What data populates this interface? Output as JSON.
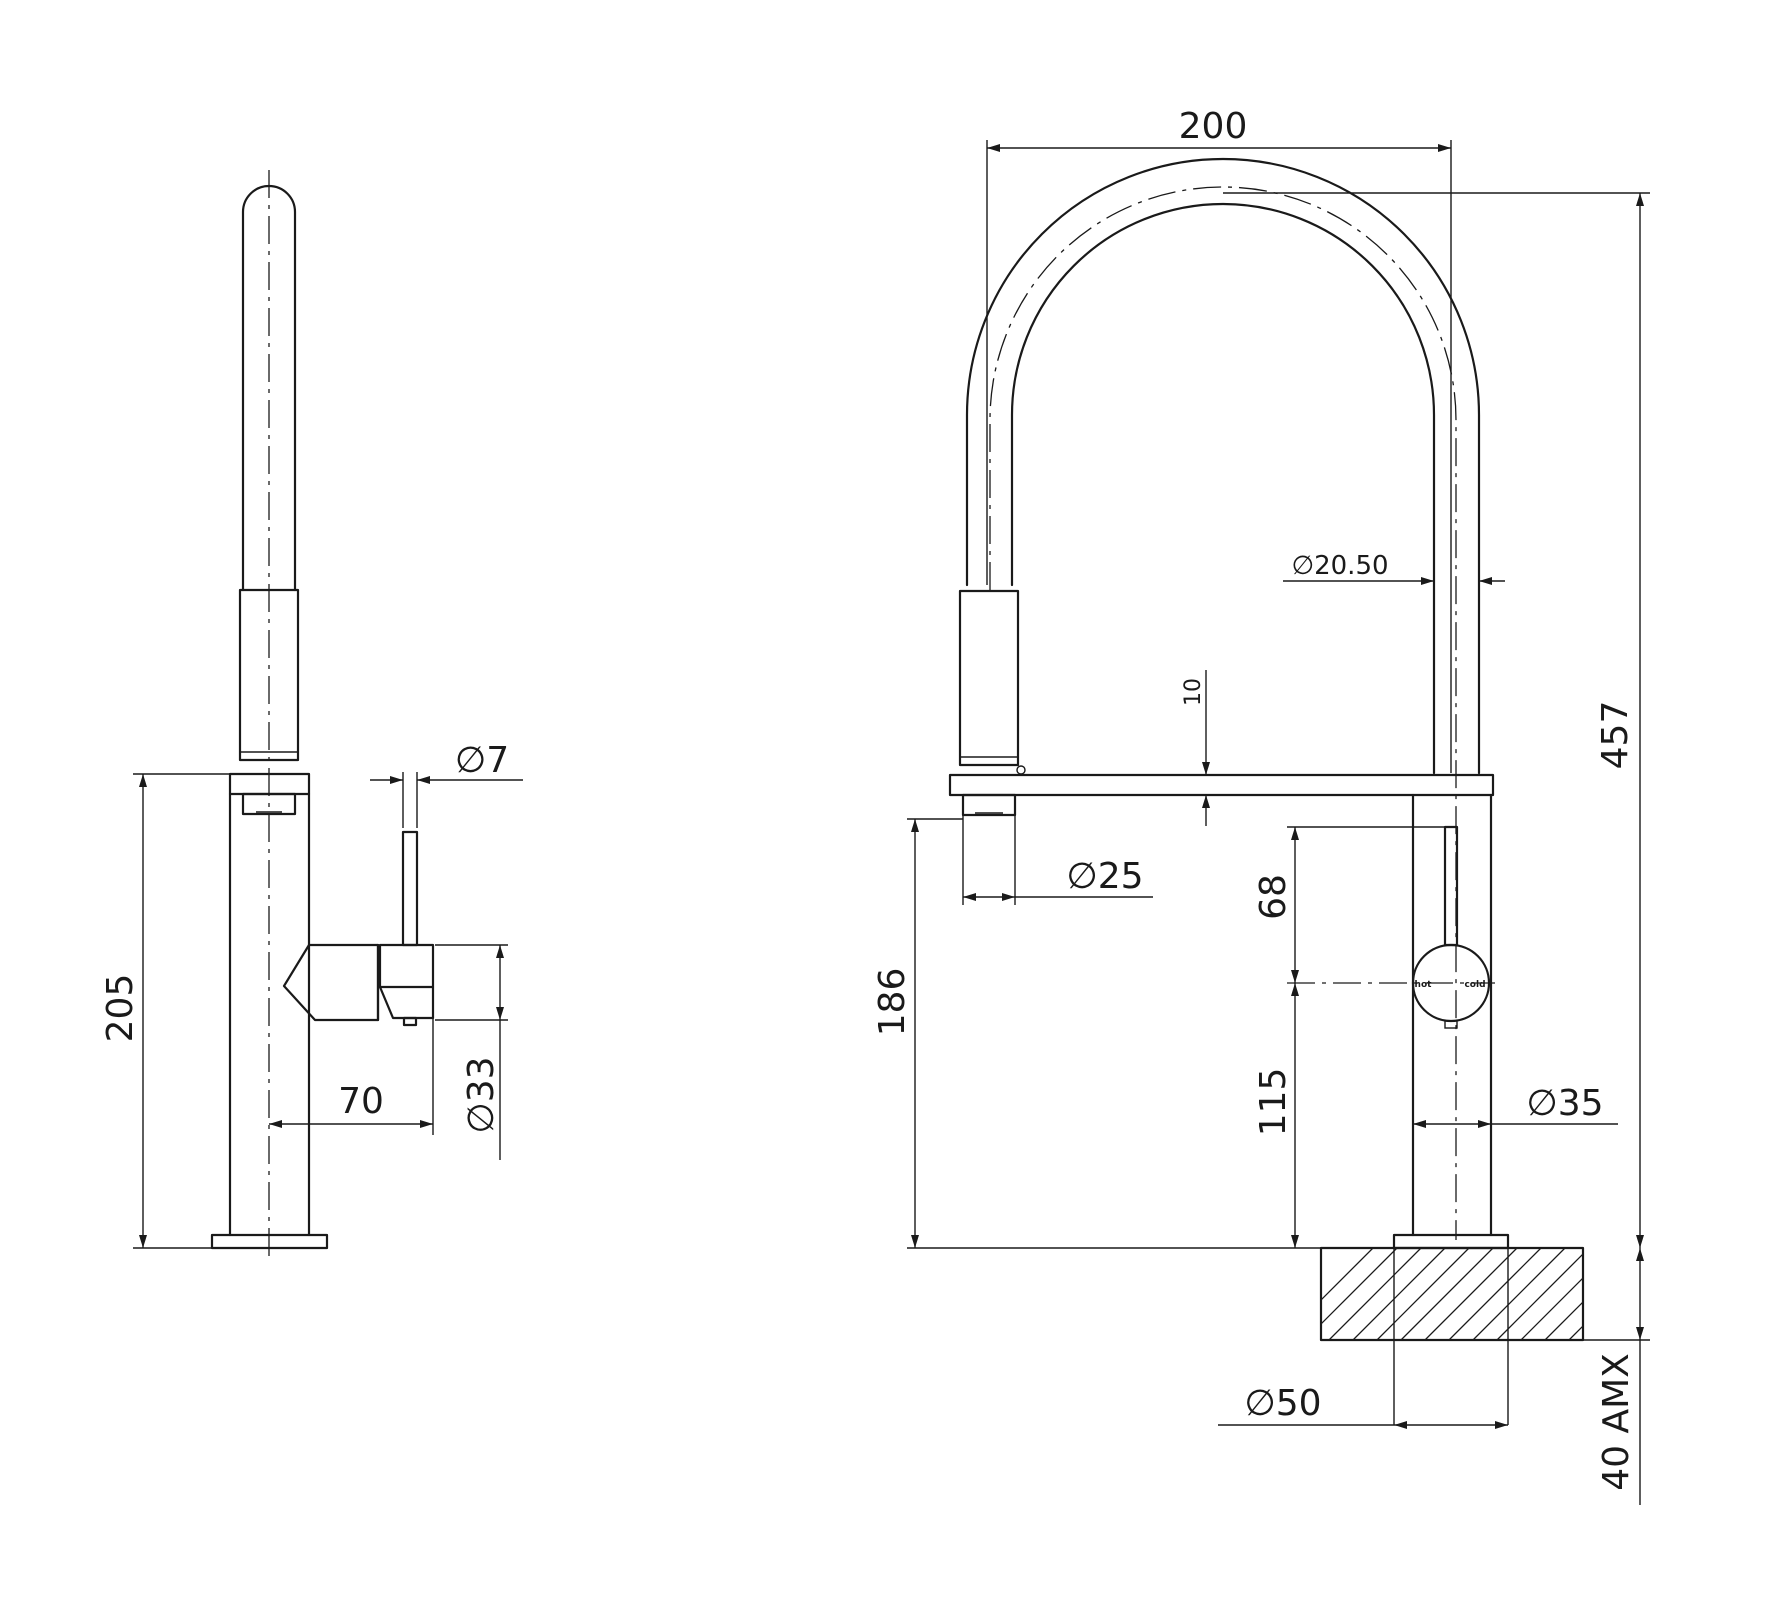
{
  "side_view": {
    "height": "205",
    "lever_offset": "70",
    "lever_diameter": "∅33",
    "pin_diameter": "∅7"
  },
  "front_view": {
    "spout_width": "200",
    "total_height": "457",
    "spout_diameter": "∅20.50",
    "spray_head_diameter": "∅25",
    "spout_height": "186",
    "clearance": "10",
    "lever_to_spout": "68",
    "lever_height": "115",
    "body_diameter": "∅35",
    "base_diameter": "∅50",
    "mounting_thickness": "40 AMX",
    "handle_hot": "hot",
    "handle_cold": "cold"
  }
}
